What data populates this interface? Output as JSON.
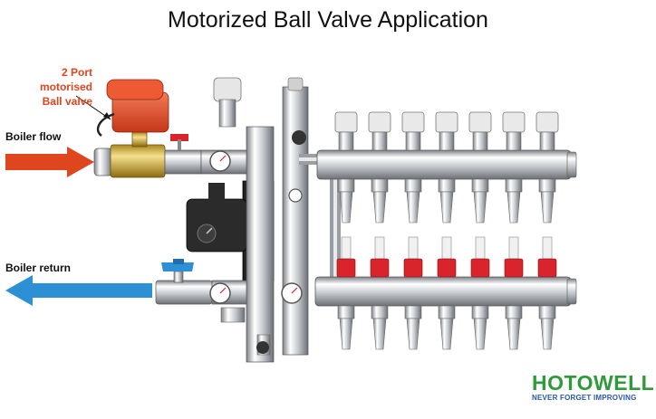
{
  "title": "Motorized Ball Valve Application",
  "labels": {
    "valve_line1": "2 Port",
    "valve_line2": "motorised",
    "valve_line3": "Ball valve",
    "boiler_flow": "Boiler flow",
    "boiler_return": "Boiler return"
  },
  "brand": {
    "name": "HOTOWELL",
    "tagline": "NEVER FORGET IMPROVING"
  },
  "colors": {
    "flow_arrow": "#e0461e",
    "return_arrow": "#2d8fd4",
    "actuator": "#e24b2a",
    "brand_green": "#2f9a39",
    "brand_blue": "#2a57a6",
    "flowmeter_red": "#d8242a"
  },
  "outlet_count": 7
}
